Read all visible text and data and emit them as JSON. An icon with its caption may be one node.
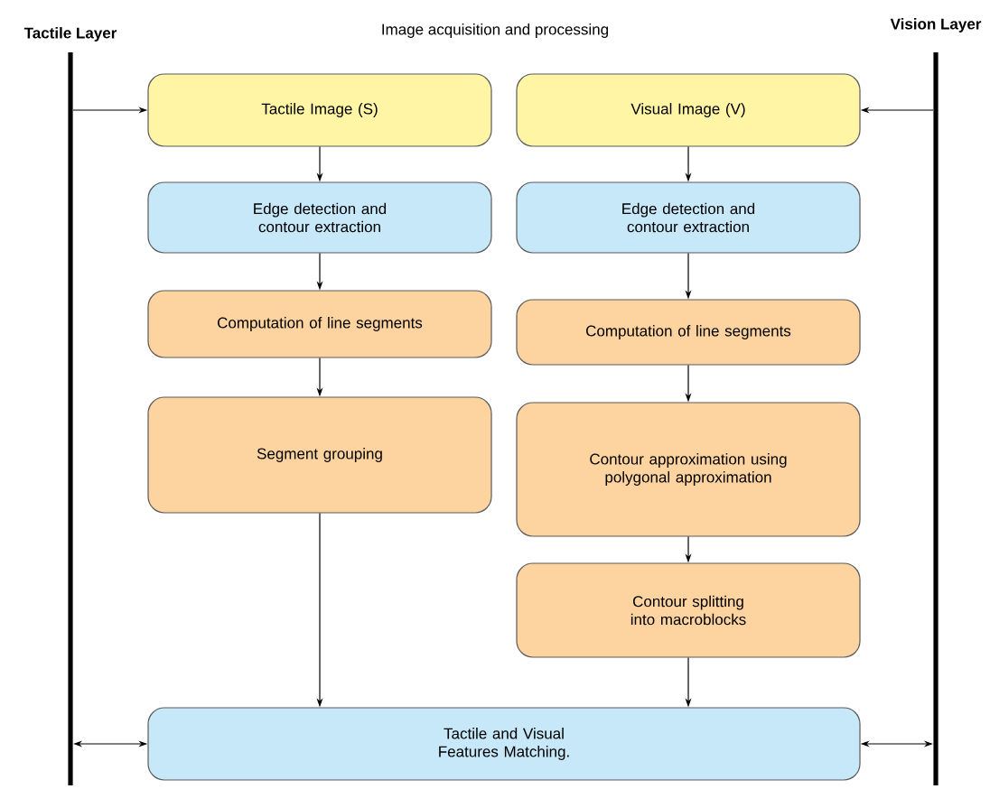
{
  "diagram": {
    "title": "Image acquisition and processing",
    "nodes": [
      {
        "text": [
          "Tactile Layer"
        ]
      },
      {
        "text": [
          "Vision Layer"
        ]
      },
      {
        "text": [
          "Tactile Image (S)"
        ]
      },
      {
        "text": [
          "Visual Image (V)"
        ]
      },
      {
        "text": [
          "Edge detection and contour extraction"
        ]
      },
      {
        "text": [
          "Edge detection and contour extraction"
        ]
      },
      {
        "text": [
          "Computation of line segments"
        ]
      },
      {
        "text": [
          "Computation of line segments"
        ]
      },
      {
        "text": [
          "Segment grouping"
        ]
      },
      {
        "text": [
          "Contour approximation using polygonal approximation"
        ]
      },
      {
        "text": [
          "Contour splitting into macroblocks"
        ]
      },
      {
        "text": [
          "Tactile and Visual Features Matching."
        ]
      }
    ],
    "edges": [
      {
        "from": 0,
        "to": 2,
        "arrow": "to"
      },
      {
        "from": 1,
        "to": 3,
        "arrow": "to"
      },
      {
        "from": 2,
        "to": 4,
        "arrow": "to"
      },
      {
        "from": 3,
        "to": 5,
        "arrow": "to"
      },
      {
        "from": 4,
        "to": 6,
        "arrow": "to"
      },
      {
        "from": 5,
        "to": 7,
        "arrow": "to"
      },
      {
        "from": 6,
        "to": 8,
        "arrow": "to"
      },
      {
        "from": 7,
        "to": 9,
        "arrow": "to"
      },
      {
        "from": 9,
        "to": 10,
        "arrow": "to"
      },
      {
        "from": 8,
        "to": 11,
        "arrow": "to"
      },
      {
        "from": 10,
        "to": 11,
        "arrow": "to"
      },
      {
        "from": 11,
        "to": 0,
        "arrow": "both"
      },
      {
        "from": 11,
        "to": 1,
        "arrow": "both"
      }
    ]
  }
}
